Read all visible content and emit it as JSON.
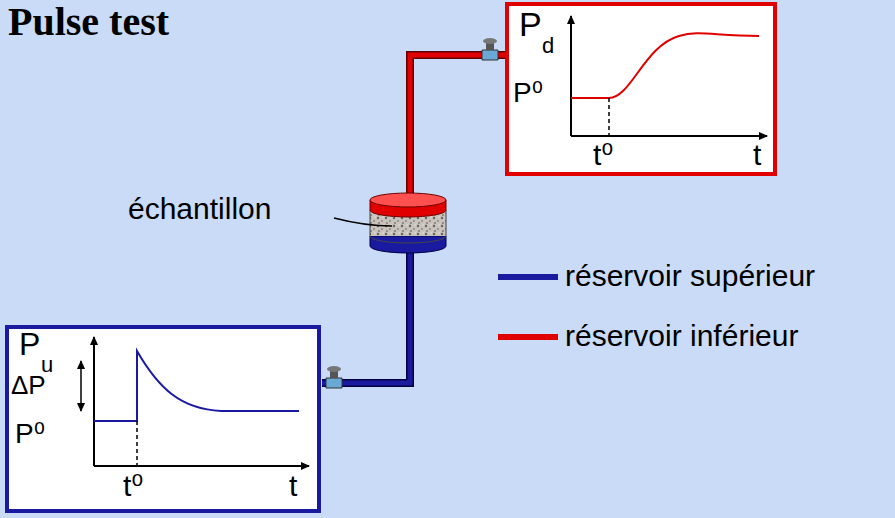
{
  "diagram": {
    "title": "Pulse test",
    "nodes": [
      {
        "text": [
          "P",
          "d",
          "P⁰",
          "t⁰",
          "t"
        ]
      },
      {
        "text": [
          "P",
          "u",
          "ΔP",
          "P⁰",
          "t⁰",
          "t"
        ]
      }
    ],
    "labels": [
      "échantillon"
    ],
    "legend": [
      {
        "text": "réservoir supérieur"
      },
      {
        "text": "réservoir inférieur"
      }
    ]
  }
}
